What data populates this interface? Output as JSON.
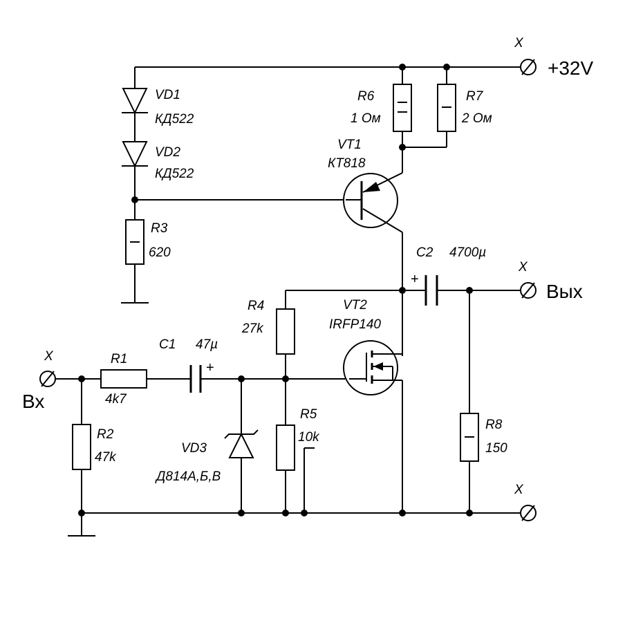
{
  "terminals": {
    "marker": "X",
    "supply": "+32V",
    "output": "Вых",
    "input": "Вх"
  },
  "components": {
    "vd1": {
      "ref": "VD1",
      "value": "КД522"
    },
    "vd2": {
      "ref": "VD2",
      "value": "КД522"
    },
    "r3": {
      "ref": "R3",
      "value": "620"
    },
    "r6": {
      "ref": "R6",
      "value": "1 Ом"
    },
    "r7": {
      "ref": "R7",
      "value": "2 Ом"
    },
    "vt1": {
      "ref": "VT1",
      "value": "КТ818"
    },
    "c2": {
      "ref": "C2",
      "value": "4700µ",
      "polarity": "+"
    },
    "r4": {
      "ref": "R4",
      "value": "27k"
    },
    "vt2": {
      "ref": "VT2",
      "value": "IRFP140"
    },
    "r1": {
      "ref": "R1",
      "value": "4k7"
    },
    "c1": {
      "ref": "C1",
      "value": "47µ",
      "polarity": "+"
    },
    "r2": {
      "ref": "R2",
      "value": "47k"
    },
    "vd3": {
      "ref": "VD3",
      "value": "Д814А,Б,В"
    },
    "r5": {
      "ref": "R5",
      "value": "10k"
    },
    "r8": {
      "ref": "R8",
      "value": "150"
    }
  }
}
